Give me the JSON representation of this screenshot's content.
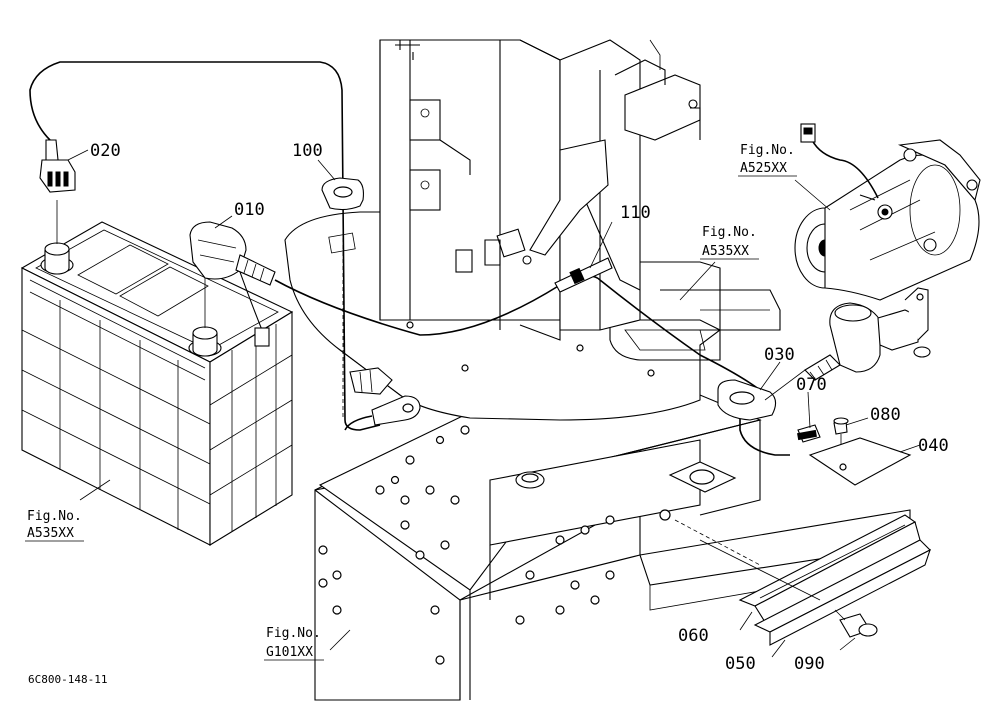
{
  "parts": {
    "p010": "010",
    "p020": "020",
    "p030": "030",
    "p040": "040",
    "p050": "050",
    "p060": "060",
    "p070": "070",
    "p080": "080",
    "p090": "090",
    "p100": "100",
    "p110": "110"
  },
  "figrefs": {
    "starter": {
      "line1": "Fig.No.",
      "line2": "A525XX"
    },
    "cable": {
      "line1": "Fig.No.",
      "line2": "A535XX"
    },
    "battery": {
      "line1": "Fig.No.",
      "line2": "A535XX"
    },
    "frame": {
      "line1": "Fig.No.",
      "line2": "G101XX"
    }
  },
  "drawing_code": "6C800-148-11"
}
